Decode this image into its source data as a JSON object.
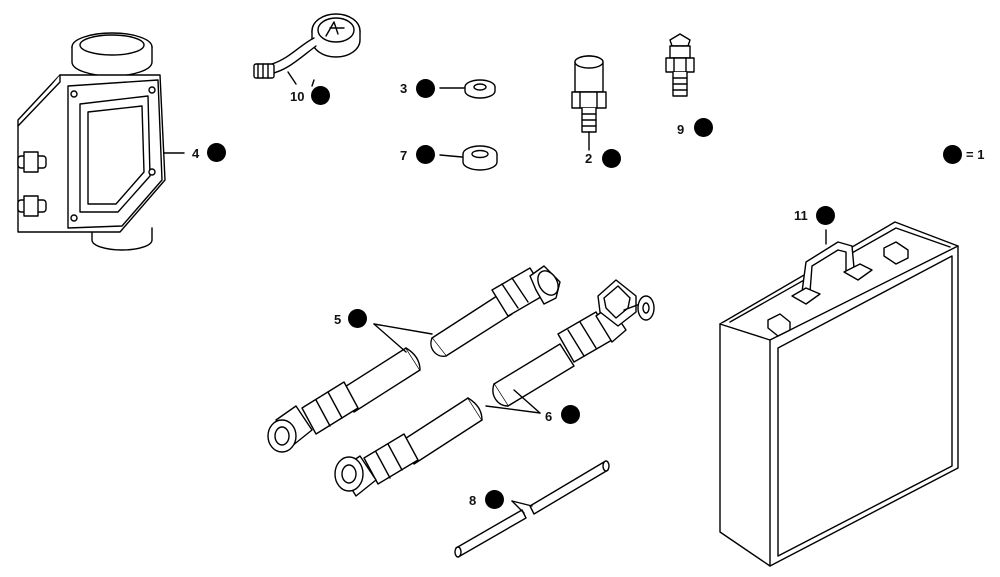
{
  "callouts": {
    "c2": "2",
    "c3": "3",
    "c4": "4",
    "c5": "5",
    "c6": "6",
    "c7": "7",
    "c8": "8",
    "c9": "9",
    "c10": "10",
    "c11": "11"
  },
  "legend": {
    "text": "= 1"
  },
  "colors": {
    "ink": "#000000",
    "paper": "#ffffff"
  }
}
